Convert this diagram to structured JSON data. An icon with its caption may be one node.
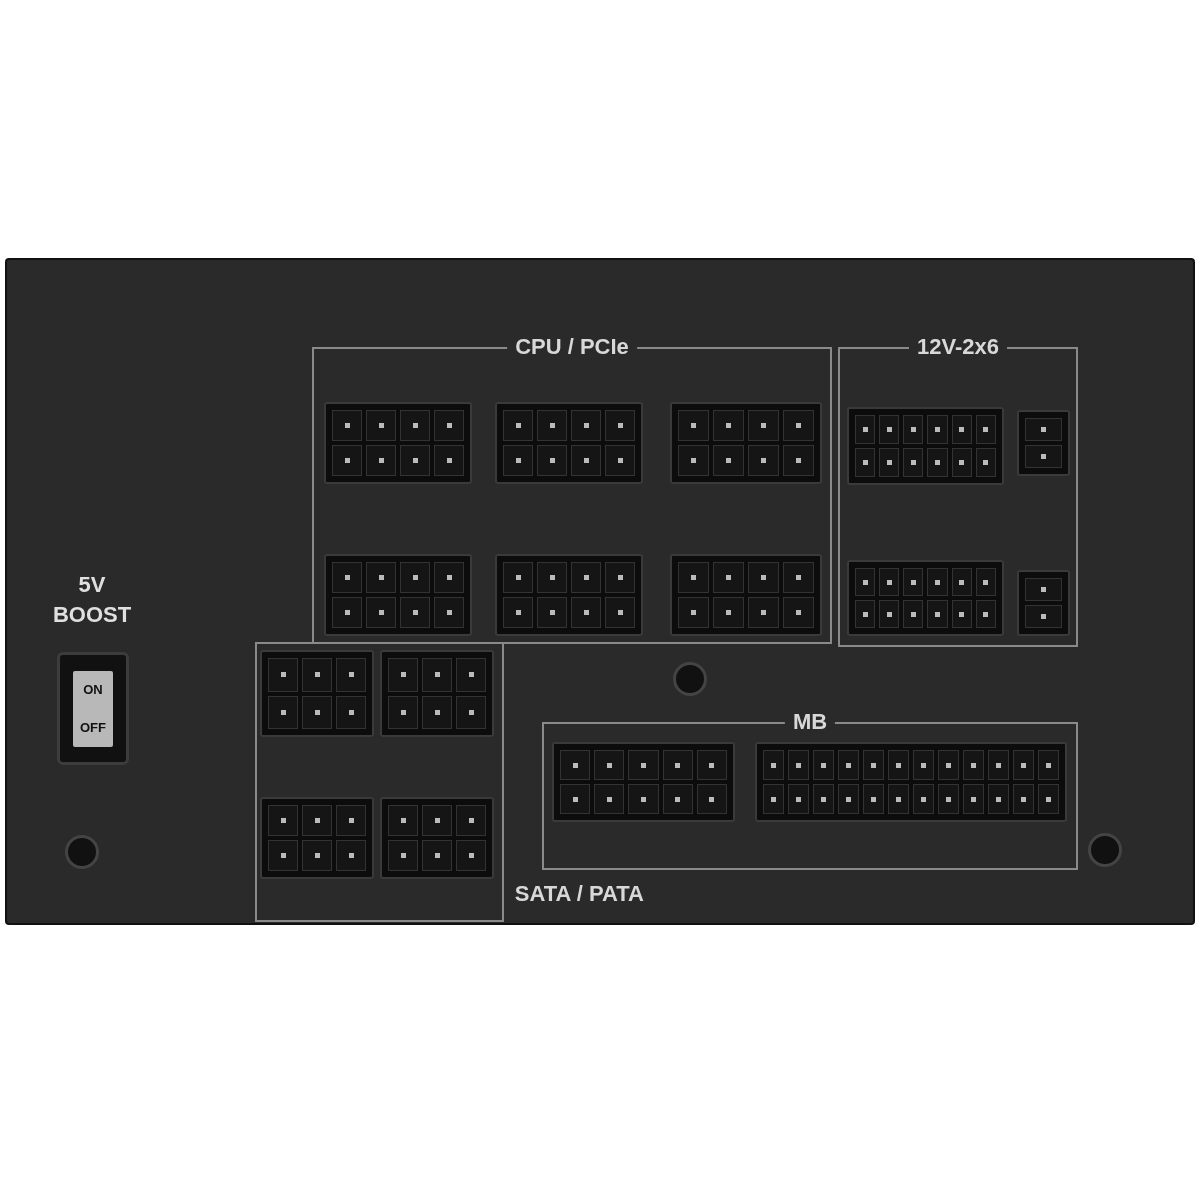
{
  "diagram": {
    "nodes": [
      {
        "text": [
          "CPU / PCIe"
        ]
      },
      {
        "text": [
          "12V-2x6"
        ]
      },
      {
        "text": [
          "SATA / PATA"
        ]
      },
      {
        "text": [
          "MB"
        ]
      },
      {
        "text": [
          "ON",
          "OFF"
        ],
        "beside": [
          "5V BOOST"
        ]
      }
    ]
  }
}
